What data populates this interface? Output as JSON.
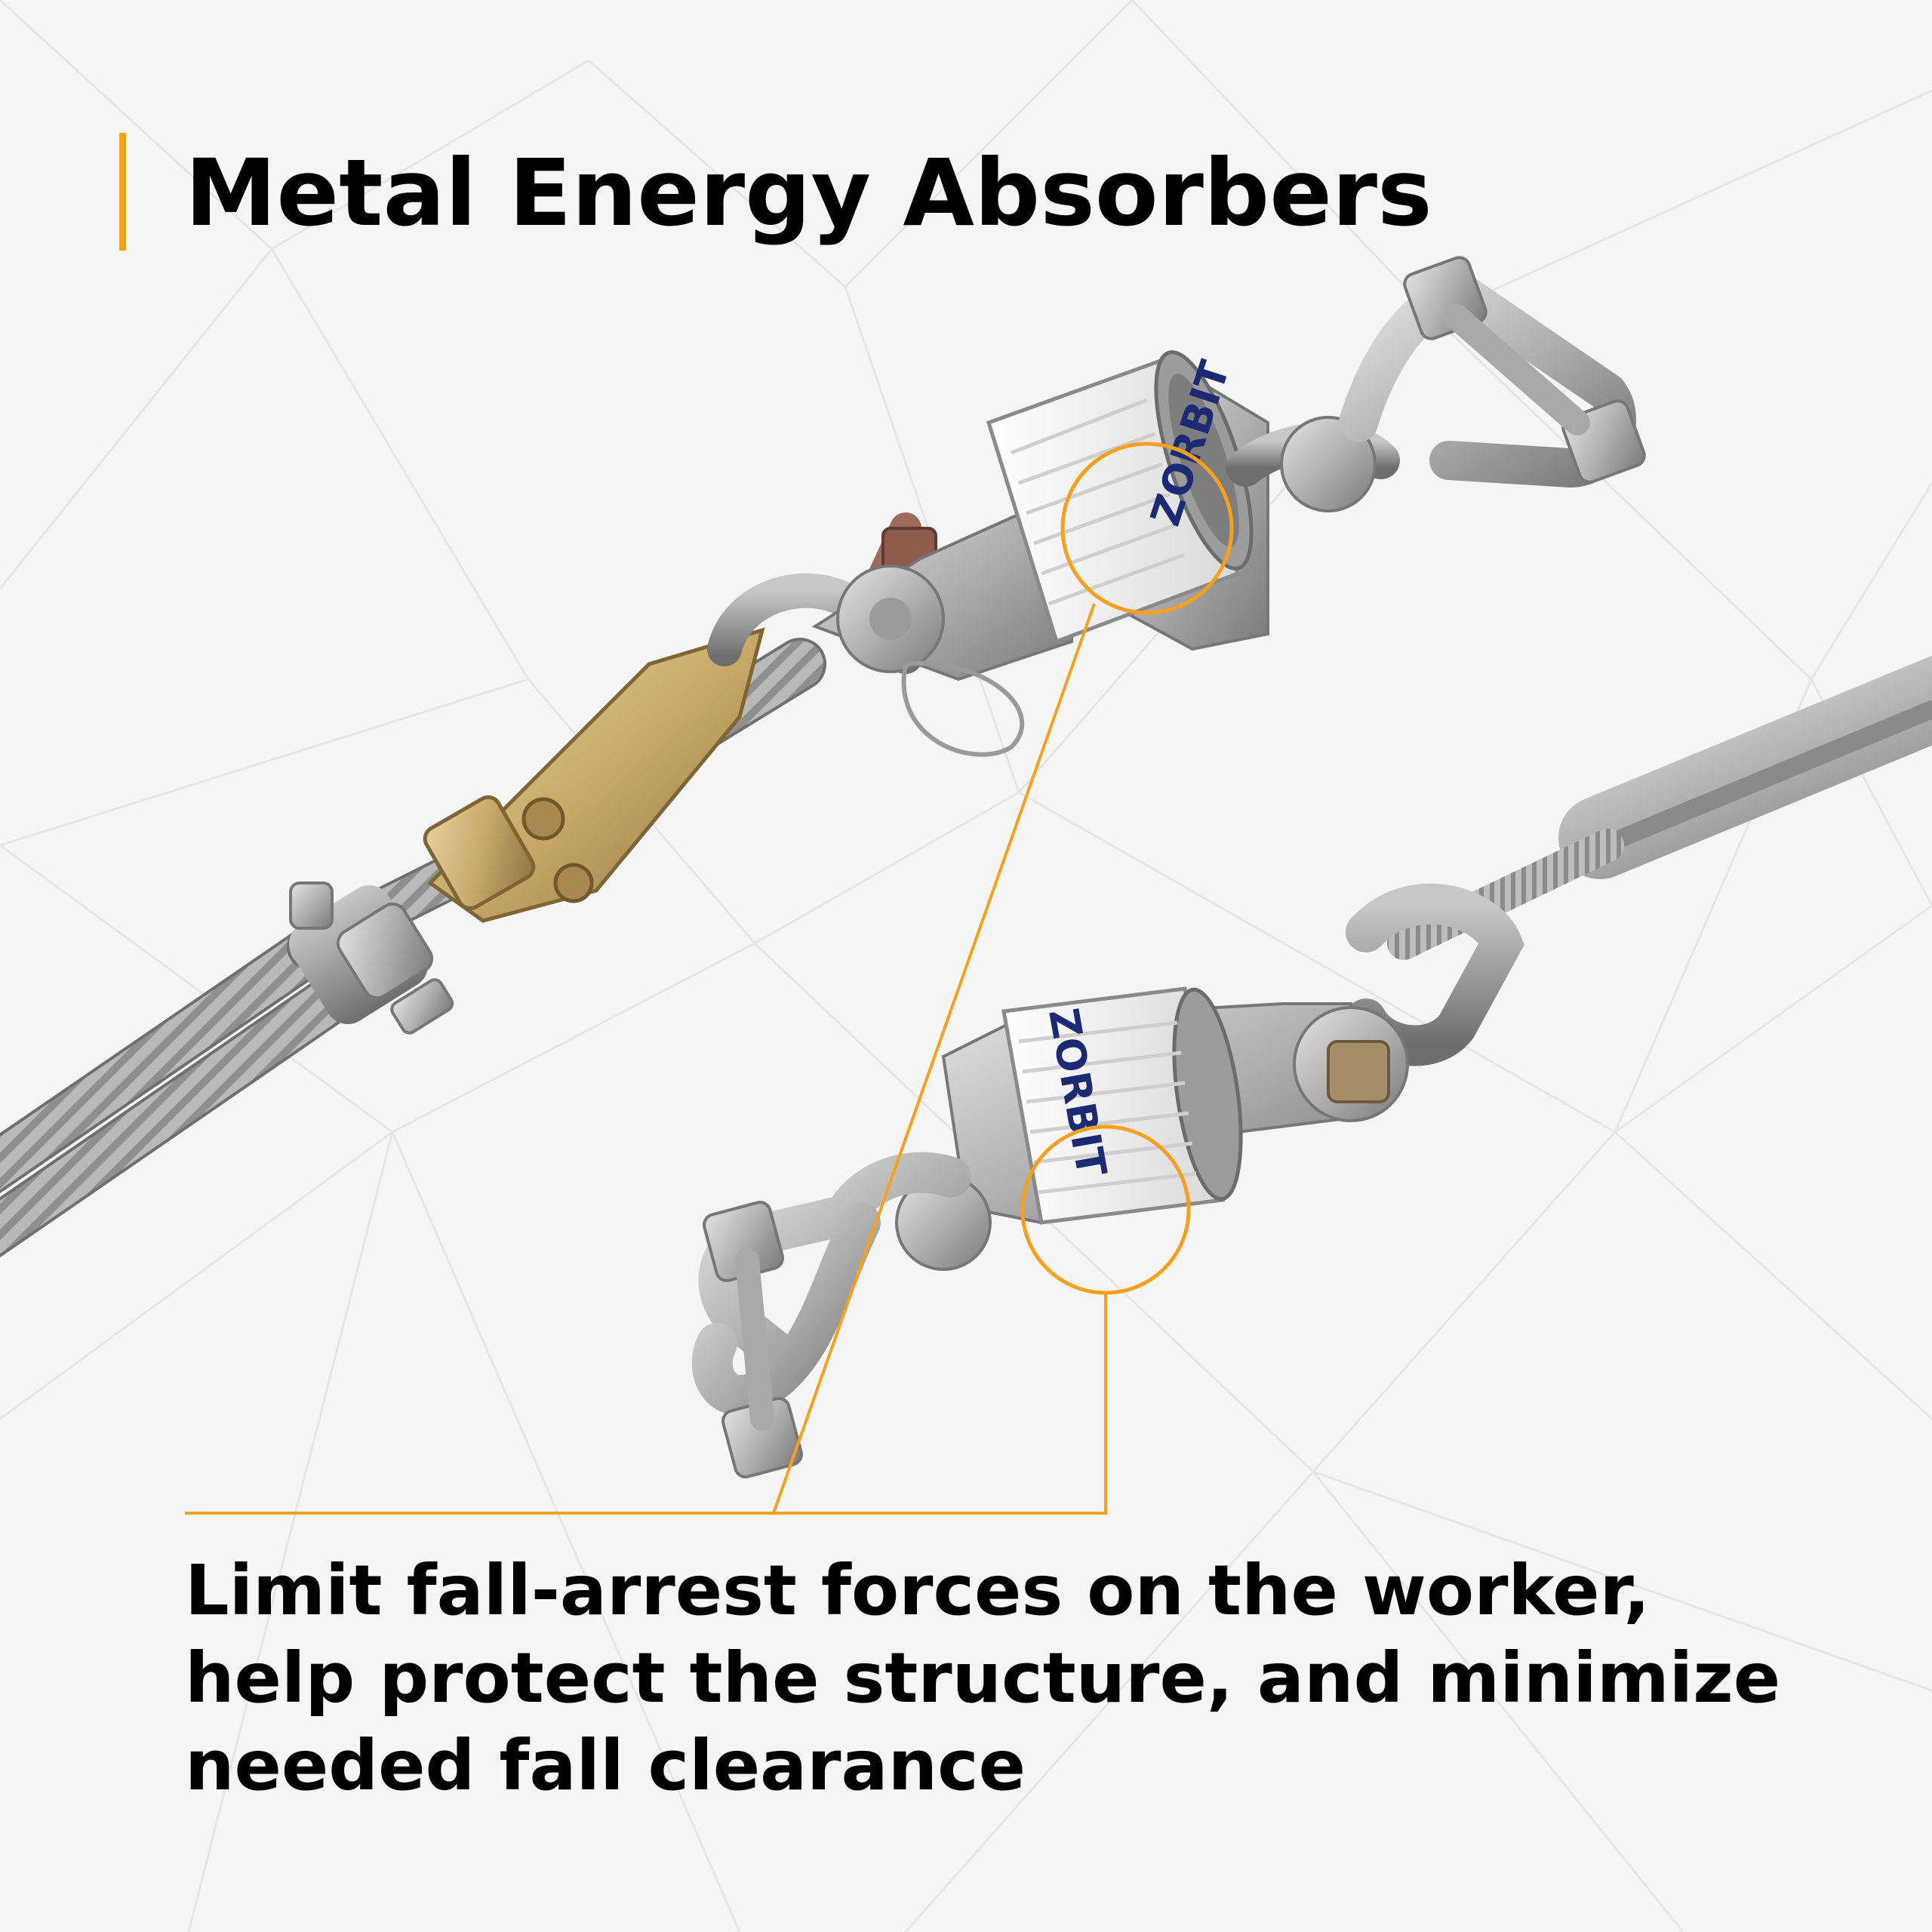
{
  "title": "Metal Energy Absorbers",
  "caption": {
    "lines": [
      "Limit fall-arrest forces on the worker,",
      "help protect the structure, and minimize",
      "needed fall clearance"
    ]
  },
  "labels": {
    "brand_upper": "ZORBIT",
    "brand_lower": "ZORBIT"
  },
  "colors": {
    "accent": "#f5a01e",
    "text": "#000000",
    "background": "#f5f5f5"
  }
}
